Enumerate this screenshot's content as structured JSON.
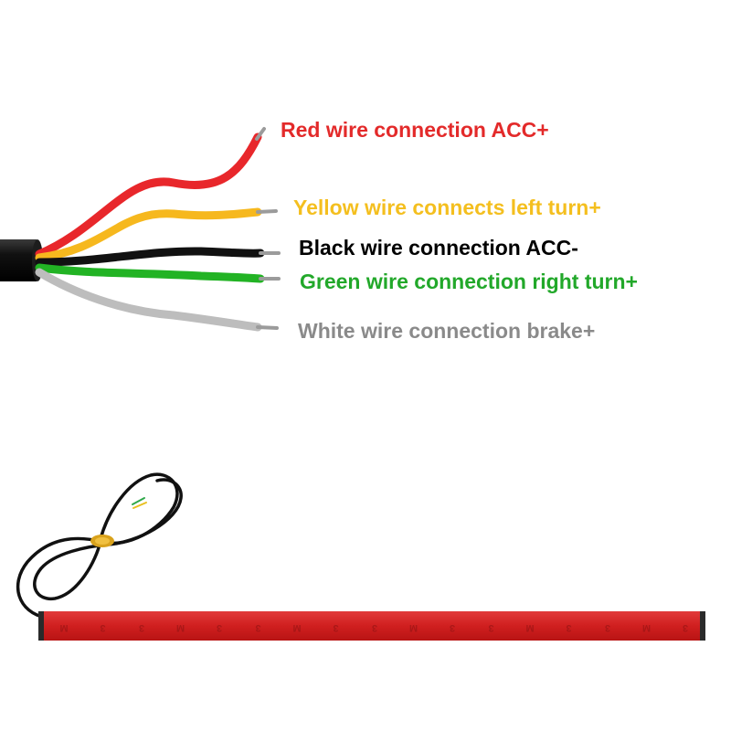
{
  "wires": [
    {
      "id": "red",
      "label": "Red wire connection ACC+",
      "color": "#e8272b",
      "label_color": "#e32a2a"
    },
    {
      "id": "yellow",
      "label": "Yellow wire connects left turn+",
      "color": "#f6b81e",
      "label_color": "#f4bf1f"
    },
    {
      "id": "black",
      "label": "Black wire connection ACC-",
      "color": "#111111",
      "label_color": "#000000"
    },
    {
      "id": "green",
      "label": "Green wire connection right turn+",
      "color": "#22b324",
      "label_color": "#22a82a"
    },
    {
      "id": "white",
      "label": "White wire connection brake+",
      "color": "#bdbdbd",
      "label_color": "#8a8a8a"
    }
  ],
  "led_strip": {
    "backing_color": "#d01f1f",
    "backing_markings": [
      "M",
      "3",
      "3",
      "M",
      "3",
      "3",
      "M",
      "3",
      "3",
      "M",
      "3",
      "3",
      "M",
      "3",
      "3",
      "M",
      "3"
    ]
  }
}
